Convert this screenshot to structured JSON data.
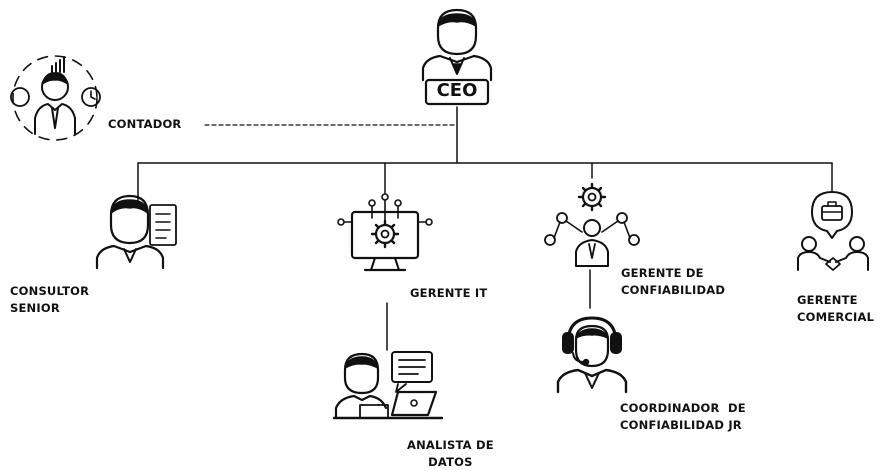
{
  "ceo": {
    "label": "CEO"
  },
  "contador": {
    "label": "CONTADOR"
  },
  "consultor_senior": {
    "line1": "CONSULTOR",
    "line2": "SENIOR"
  },
  "gerente_it": {
    "label": "GERENTE IT"
  },
  "gerente_confiabilidad": {
    "line1": "GERENTE DE",
    "line2": "CONFIABILIDAD"
  },
  "gerente_comercial": {
    "line1": "GERENTE",
    "line2": "COMERCIAL"
  },
  "analista_datos": {
    "line1": "ANALISTA DE",
    "line2": "DATOS"
  },
  "coordinador": {
    "line1": "COORDINADOR  DE",
    "line2": "CONFIABILIDAD JR"
  },
  "icons": [
    "ceo-person-icon",
    "accountant-icon",
    "consultant-icon",
    "it-monitor-gear-icon",
    "reliability-network-icon",
    "business-handshake-icon",
    "data-analyst-icon",
    "call-center-headset-icon"
  ],
  "colors": {
    "ink": "#111111",
    "background": "#ffffff"
  }
}
